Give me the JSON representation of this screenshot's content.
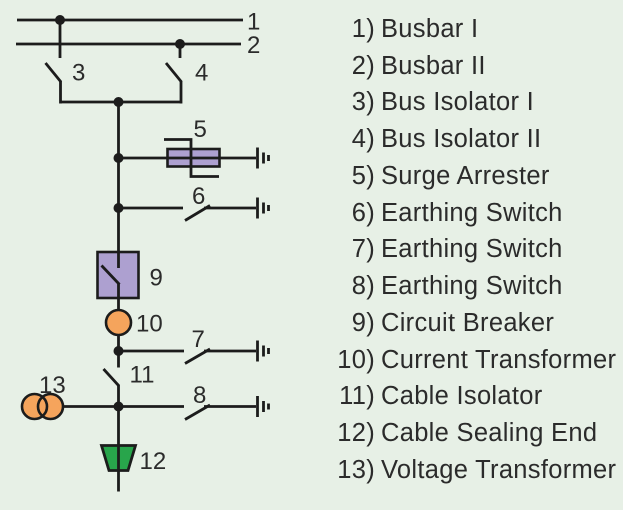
{
  "colors": {
    "background": "#e7f0e6",
    "line": "#1c1c1c",
    "text": "#2b2b2b",
    "purple": "#ada0d0",
    "orange": "#f5a45c",
    "green": "#28a54b"
  },
  "diagram": {
    "labels": {
      "busbar1": "1",
      "busbar2": "2",
      "bus_isolator1": "3",
      "bus_isolator2": "4",
      "surge_arrester": "5",
      "earthing_switch_top": "6",
      "earthing_switch_mid": "7",
      "earthing_switch_bottom": "8",
      "circuit_breaker": "9",
      "current_transformer": "10",
      "cable_isolator": "11",
      "cable_sealing_end": "12",
      "voltage_transformer": "13"
    }
  },
  "legend": {
    "items": [
      {
        "num": "1)",
        "label": "Busbar I"
      },
      {
        "num": "2)",
        "label": "Busbar II"
      },
      {
        "num": "3)",
        "label": "Bus Isolator I"
      },
      {
        "num": "4)",
        "label": "Bus Isolator II"
      },
      {
        "num": "5)",
        "label": "Surge Arrester"
      },
      {
        "num": "6)",
        "label": "Earthing Switch"
      },
      {
        "num": "7)",
        "label": "Earthing Switch"
      },
      {
        "num": "8)",
        "label": "Earthing Switch"
      },
      {
        "num": "9)",
        "label": "Circuit Breaker"
      },
      {
        "num": "10)",
        "label": "Current Transformer"
      },
      {
        "num": "11)",
        "label": "Cable Isolator"
      },
      {
        "num": "12)",
        "label": "Cable Sealing End"
      },
      {
        "num": "13)",
        "label": "Voltage Transformer"
      }
    ]
  }
}
